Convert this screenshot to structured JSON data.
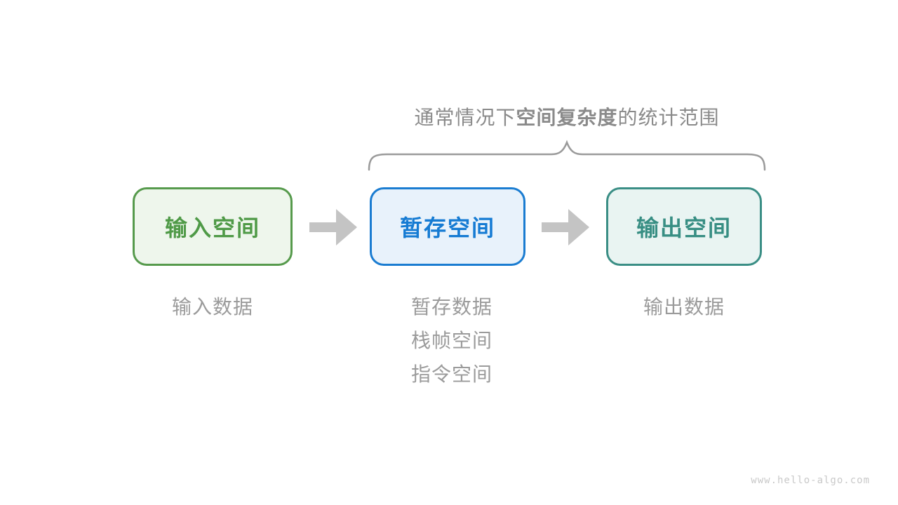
{
  "title": {
    "prefix": "通常情况下",
    "emphasis": "空间复杂度",
    "suffix": "的统计范围"
  },
  "boxes": [
    {
      "label": "输入空间",
      "border_color": "#569a4c",
      "bg_color": "#eef6ec",
      "text_color": "#4f9a47"
    },
    {
      "label": "暂存空间",
      "border_color": "#1a7cd1",
      "bg_color": "#e8f2fb",
      "text_color": "#157bd3"
    },
    {
      "label": "输出空间",
      "border_color": "#3a8e85",
      "bg_color": "#e9f4f2",
      "text_color": "#378e83"
    }
  ],
  "notes": {
    "input": "输入数据",
    "temp": [
      "暂存数据",
      "栈帧空间",
      "指令空间"
    ],
    "output": "输出数据"
  },
  "colors": {
    "arrow": "#c4c4c4",
    "brace": "#9a9a9a",
    "title_text": "#8a8a8a",
    "note_text": "#9b9b9b"
  },
  "watermark": "www.hello-algo.com"
}
